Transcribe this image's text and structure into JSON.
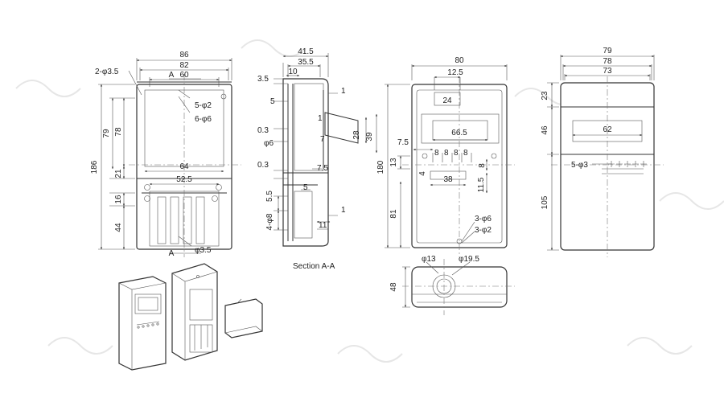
{
  "front_view": {
    "dims": {
      "w86": "86",
      "w82": "82",
      "w60": "60",
      "w64": "64",
      "w52_5": "52.5",
      "h186": "186",
      "h79": "79",
      "h78": "78",
      "h21": "21",
      "h16": "16",
      "h44": "44"
    },
    "callouts": {
      "holes_2x3_5": "2-φ3.5",
      "holes_5x2": "5-φ2",
      "holes_6x6": "6-φ6",
      "hole_3_5": "φ3.5"
    },
    "section_marks": {
      "top": "A",
      "bottom": "A"
    }
  },
  "section_view": {
    "dims": {
      "w41_5": "41.5",
      "w35_5": "35.5",
      "d10": "10",
      "d3_5": "3.5",
      "d5": "5",
      "d0_3a": "0.3",
      "d0_3b": "0.3",
      "d6": "φ6",
      "d5_5": "5.5",
      "d4x8": "4-φ8",
      "d1a": "1",
      "d1b": "1",
      "d1c": "1",
      "d7": "7",
      "d7_5": "7.5",
      "d28": "28",
      "d39": "39",
      "d5b": "5",
      "d11": "11"
    },
    "caption": "Section A-A"
  },
  "rear_view": {
    "dims": {
      "w80": "80",
      "w12_5": "12.5",
      "w24": "24",
      "w66_5": "66.5",
      "w7_5": "7.5",
      "p8a": "8",
      "p8b": "8",
      "p8c": "8",
      "p8d": "8",
      "d8": "8",
      "d4": "4",
      "w38": "38",
      "d11_5": "11.5",
      "h180": "180",
      "h13": "13",
      "h81": "81"
    },
    "callouts": {
      "holes_3x6": "3-φ6",
      "holes_3x2": "3-φ2"
    }
  },
  "bottom_view": {
    "dims": {
      "d13": "φ13",
      "d19_5": "φ19.5",
      "h48": "48"
    }
  },
  "right_view": {
    "dims": {
      "w79": "79",
      "w78": "78",
      "w73": "73",
      "w62": "62",
      "h23": "23",
      "h46": "46",
      "h105": "105"
    },
    "callouts": {
      "holes_5x3": "5-φ3"
    }
  },
  "colors": {
    "line": "#333333",
    "watermark": "#e6e6e6",
    "background": "#ffffff"
  }
}
